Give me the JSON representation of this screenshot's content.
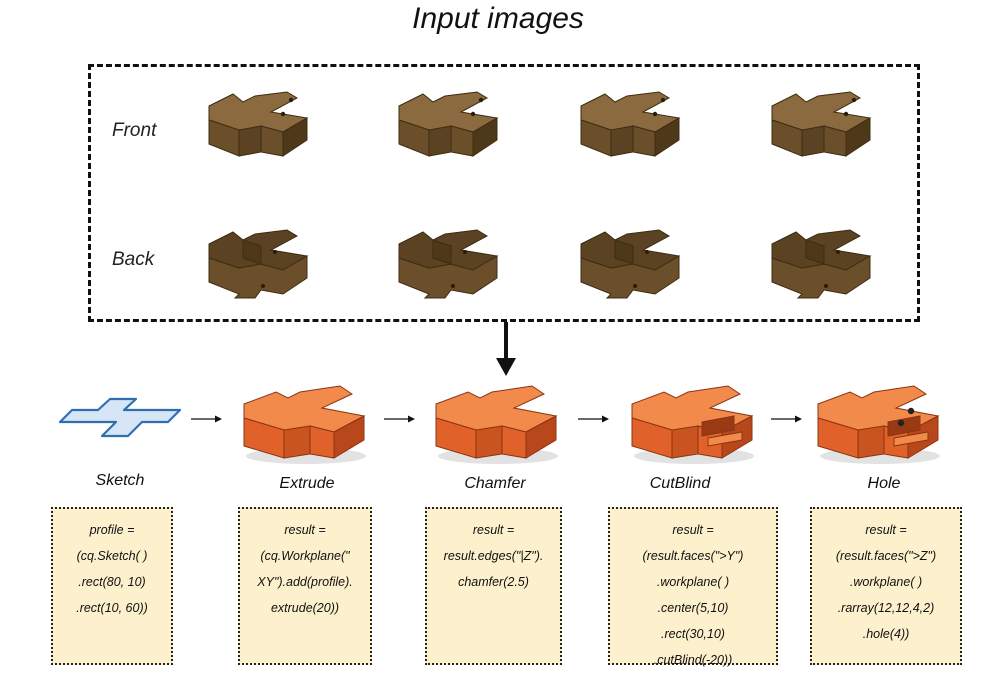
{
  "title": "Input images",
  "views": {
    "front": "Front",
    "back": "Back"
  },
  "steps": [
    {
      "label": "Sketch",
      "code": [
        "profile =",
        "(cq.Sketch( )",
        ".rect(80, 10)",
        ".rect(10, 60))"
      ]
    },
    {
      "label": "Extrude",
      "code": [
        "result =",
        "(cq.Workplane(\"",
        "XY\").add(profile).",
        "extrude(20))"
      ]
    },
    {
      "label": "Chamfer",
      "code": [
        "result =",
        "result.edges(\"|Z\").",
        "chamfer(2.5)"
      ]
    },
    {
      "label": "CutBlind",
      "code": [
        "result =",
        "(result.faces(\">Y\")",
        ".workplane( )",
        ".center(5,10)",
        ".rect(30,10)",
        ".cutBlind(-20))"
      ]
    },
    {
      "label": "Hole",
      "code": [
        "result =",
        "(result.faces(\">Z\")",
        ".workplane( )",
        ".rarray(12,12,4,2)",
        ".hole(4))"
      ]
    }
  ],
  "colors": {
    "brown_top": "#8a6a3e",
    "brown_side": "#6b4f2a",
    "brown_dark": "#4d3819",
    "orange_top": "#f28a4c",
    "orange_side": "#e0622a",
    "orange_dark": "#b8481c",
    "sketch_fill": "#d6e6f7",
    "sketch_stroke": "#2f6fb0",
    "code_bg": "#fdf0cd"
  }
}
